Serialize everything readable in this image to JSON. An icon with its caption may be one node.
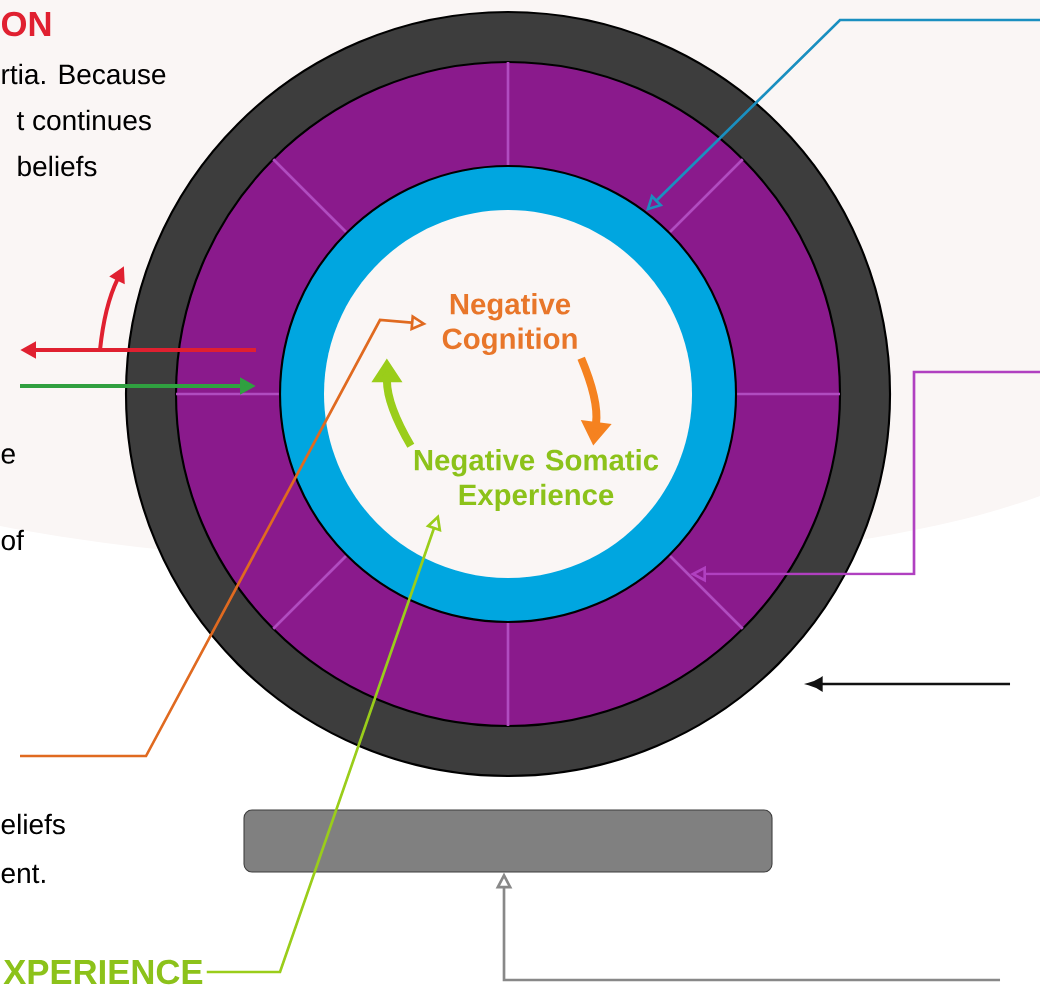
{
  "diagram": {
    "nodes": [
      {
        "text": [],
        "shape": "circle"
      },
      {
        "text": [],
        "shape": "circle",
        "in": 0
      },
      {
        "text": [],
        "shape": "circle",
        "in": 1
      },
      {
        "text": [
          "Negative Cognition"
        ],
        "in": 2
      },
      {
        "text": [
          "Negative Somatic Experience"
        ],
        "in": 2
      },
      {
        "text": [],
        "shape": "bar"
      },
      {
        "text": [
          "XPERIENCE"
        ]
      }
    ],
    "edges": [
      {
        "from": null,
        "to": 2,
        "arrow": "to",
        "color": "#1a8fc0"
      },
      {
        "from": null,
        "to": 1,
        "arrow": "to",
        "color": "#b040c0"
      },
      {
        "from": null,
        "to": 0,
        "arrow": "to",
        "color": "#111111"
      },
      {
        "from": null,
        "to": 5,
        "arrow": "to",
        "color": "#888888"
      },
      {
        "from": null,
        "to": 3,
        "arrow": "to",
        "color": "#e06a20"
      },
      {
        "from": 6,
        "to": 4,
        "arrow": "to",
        "color": "#9acd1a"
      },
      {
        "from": 3,
        "to": 4,
        "arrow": "to",
        "style": "thick",
        "color": "#f58220"
      },
      {
        "from": 4,
        "to": 3,
        "arrow": "to",
        "style": "thick",
        "color": "#9acd1a"
      }
    ],
    "labels": [
      "ON",
      "rtia. Because",
      "t continues",
      "beliefs",
      "e",
      "of",
      "eliefs",
      "ent."
    ]
  }
}
